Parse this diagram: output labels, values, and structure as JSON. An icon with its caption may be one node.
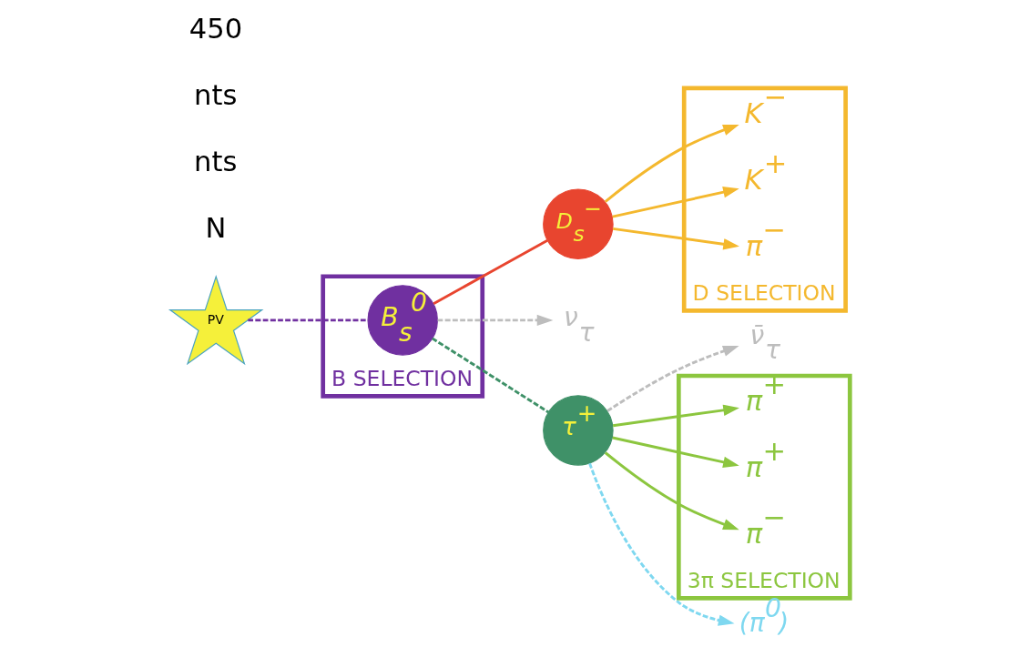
{
  "diagram": {
    "nodes": [
      {
        "text": [
          "D SELECTION"
        ]
      },
      {
        "text": [
          "K$^{−}$"
        ],
        "in": 0
      },
      {
        "text": [
          "K$^{+}$"
        ],
        "in": 0
      },
      {
        "text": [
          "π$^{−}$"
        ],
        "in": 0
      },
      {
        "text": [
          "D$_{s}$$^{−}$"
        ]
      },
      {
        "text": [
          "B SELECTION"
        ]
      },
      {
        "text": [
          "B$_{s}$$^{0}$"
        ],
        "in": 5
      },
      {
        "text": [
          "PV"
        ]
      },
      {
        "text": [
          "ν̄$_{τ}$"
        ]
      },
      {
        "text": [
          "ν$_{τ}$"
        ]
      },
      {
        "text": [
          "τ$^{+}$"
        ]
      },
      {
        "text": [
          "3π SELECTION"
        ]
      },
      {
        "text": [
          "π$^{+}$"
        ],
        "in": 11
      },
      {
        "text": [
          "π$^{+}$"
        ],
        "in": 11
      },
      {
        "text": [
          "π$^{−}$"
        ],
        "in": 11
      },
      {
        "text": [
          "(π$^{0}$)"
        ]
      }
    ],
    "edges": [
      {
        "from": 7,
        "to": 6,
        "arrow": "none",
        "style": "dashed",
        "color": "#7030a0"
      },
      {
        "from": 6,
        "to": 4,
        "arrow": "none",
        "color": "#e8452f"
      },
      {
        "from": 4,
        "to": 1,
        "arrow": "to",
        "color": "#f4b82e"
      },
      {
        "from": 4,
        "to": 2,
        "arrow": "to",
        "color": "#f4b82e"
      },
      {
        "from": 4,
        "to": 3,
        "arrow": "to",
        "color": "#f4b82e"
      },
      {
        "from": 6,
        "to": 10,
        "arrow": "none",
        "style": "dashed",
        "color": "#3f9168"
      },
      {
        "from": 6,
        "to": 9,
        "arrow": "to",
        "style": "dashed",
        "color": "#bdbdbd"
      },
      {
        "from": 10,
        "to": 8,
        "arrow": "to",
        "style": "dashed",
        "color": "#bdbdbd"
      },
      {
        "from": 10,
        "to": 12,
        "arrow": "to",
        "color": "#8cc63f"
      },
      {
        "from": 10,
        "to": 13,
        "arrow": "to",
        "color": "#8cc63f"
      },
      {
        "from": 10,
        "to": 14,
        "arrow": "to",
        "color": "#8cc63f"
      },
      {
        "from": 10,
        "to": 15,
        "arrow": "to",
        "style": "dashed",
        "color": "#7fd8f0"
      }
    ],
    "labels": [
      "N",
      "nts",
      "nts",
      "450"
    ]
  }
}
